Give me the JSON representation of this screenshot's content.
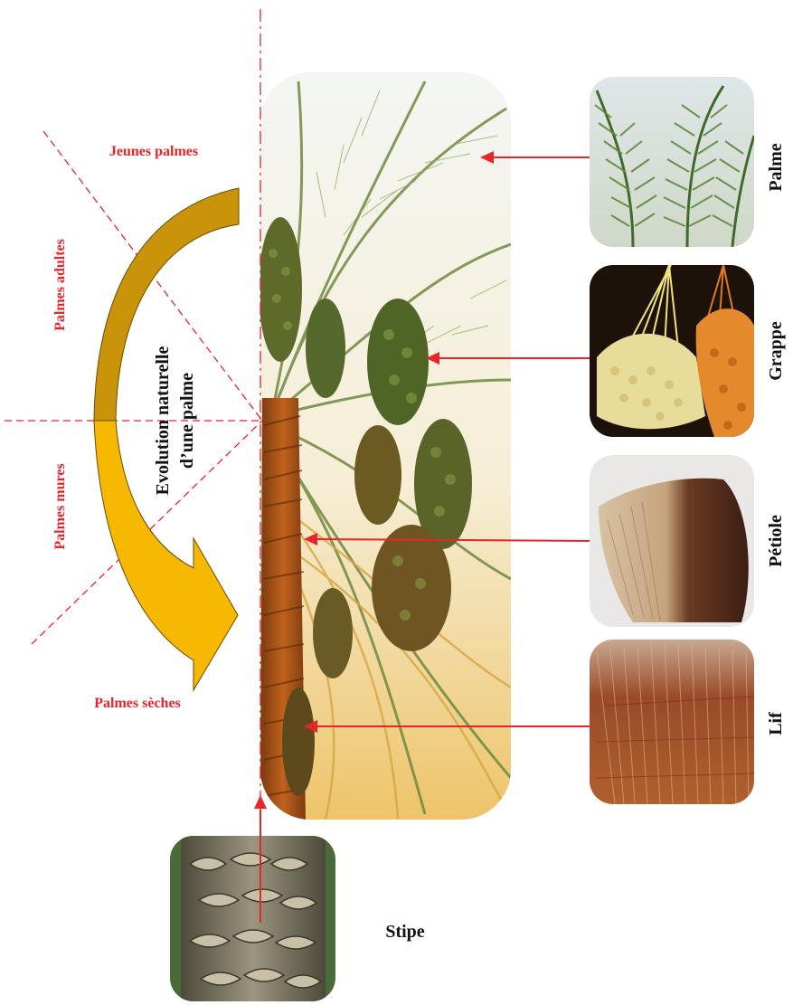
{
  "diagram": {
    "stage_labels": {
      "jeunes": "Jeunes palmes",
      "adultes": "Palmes adultes",
      "mures": "Palmes mures",
      "seches": "Palmes sèches"
    },
    "evolution_line1": "Evolution naturelle",
    "evolution_line2": "d’une palme",
    "parts": {
      "palme": "Palme",
      "grappe": "Grappe",
      "petiole": "Pétiole",
      "lif": "Lif",
      "stipe": "Stipe"
    },
    "colors": {
      "label_red": "#e8252a",
      "arrow_dark_gold": "#c9940a",
      "arrow_gold": "#f6b800",
      "dashed_line": "#e8252a"
    },
    "icons": {
      "main_photo": "date-palm-photo",
      "palme_photo": "palm-frond-photo",
      "grappe_photo": "date-cluster-photo",
      "petiole_photo": "petiole-photo",
      "lif_photo": "palm-fiber-photo",
      "stipe_photo": "palm-trunk-photo"
    }
  }
}
